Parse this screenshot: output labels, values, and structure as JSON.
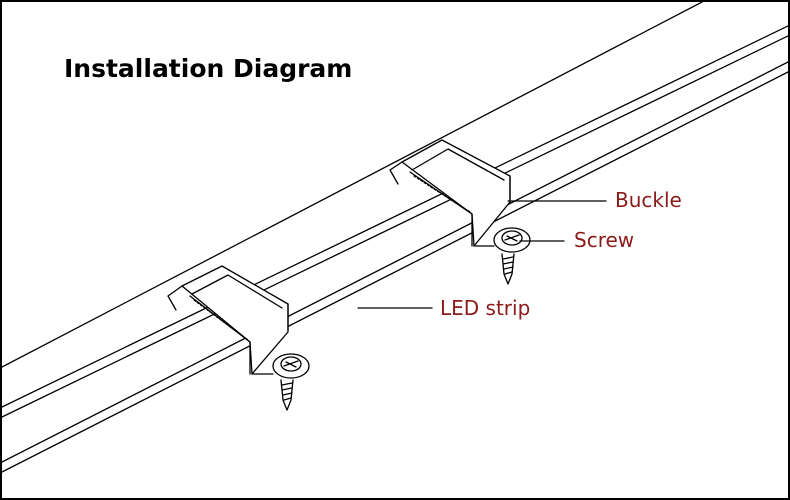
{
  "title": "Installation Diagram",
  "labels": {
    "buckle": "Buckle",
    "screw": "Screw",
    "led_strip": "LED strip"
  },
  "colors": {
    "label_text": "#8b1a1a",
    "line": "#000000",
    "background": "#ffffff"
  }
}
